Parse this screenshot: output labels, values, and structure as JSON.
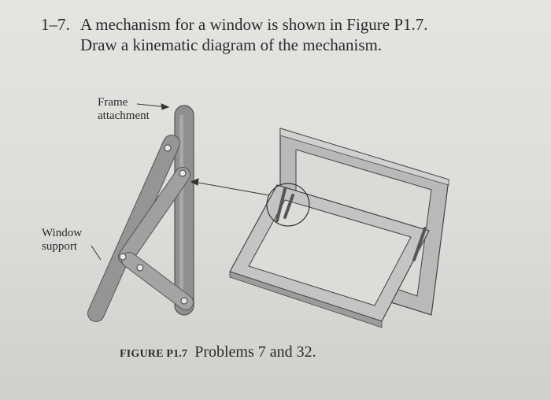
{
  "problem": {
    "number": "1–7.",
    "line1": "A mechanism for a window is shown in Figure P1.7.",
    "line2": "Draw a kinematic diagram of the mechanism."
  },
  "labels": {
    "frame_line1": "Frame",
    "frame_line2": "attachment",
    "window_line1": "Window",
    "window_line2": "support"
  },
  "caption": {
    "figure_id": "FIGURE P1.7",
    "text": "Problems 7 and 32."
  }
}
